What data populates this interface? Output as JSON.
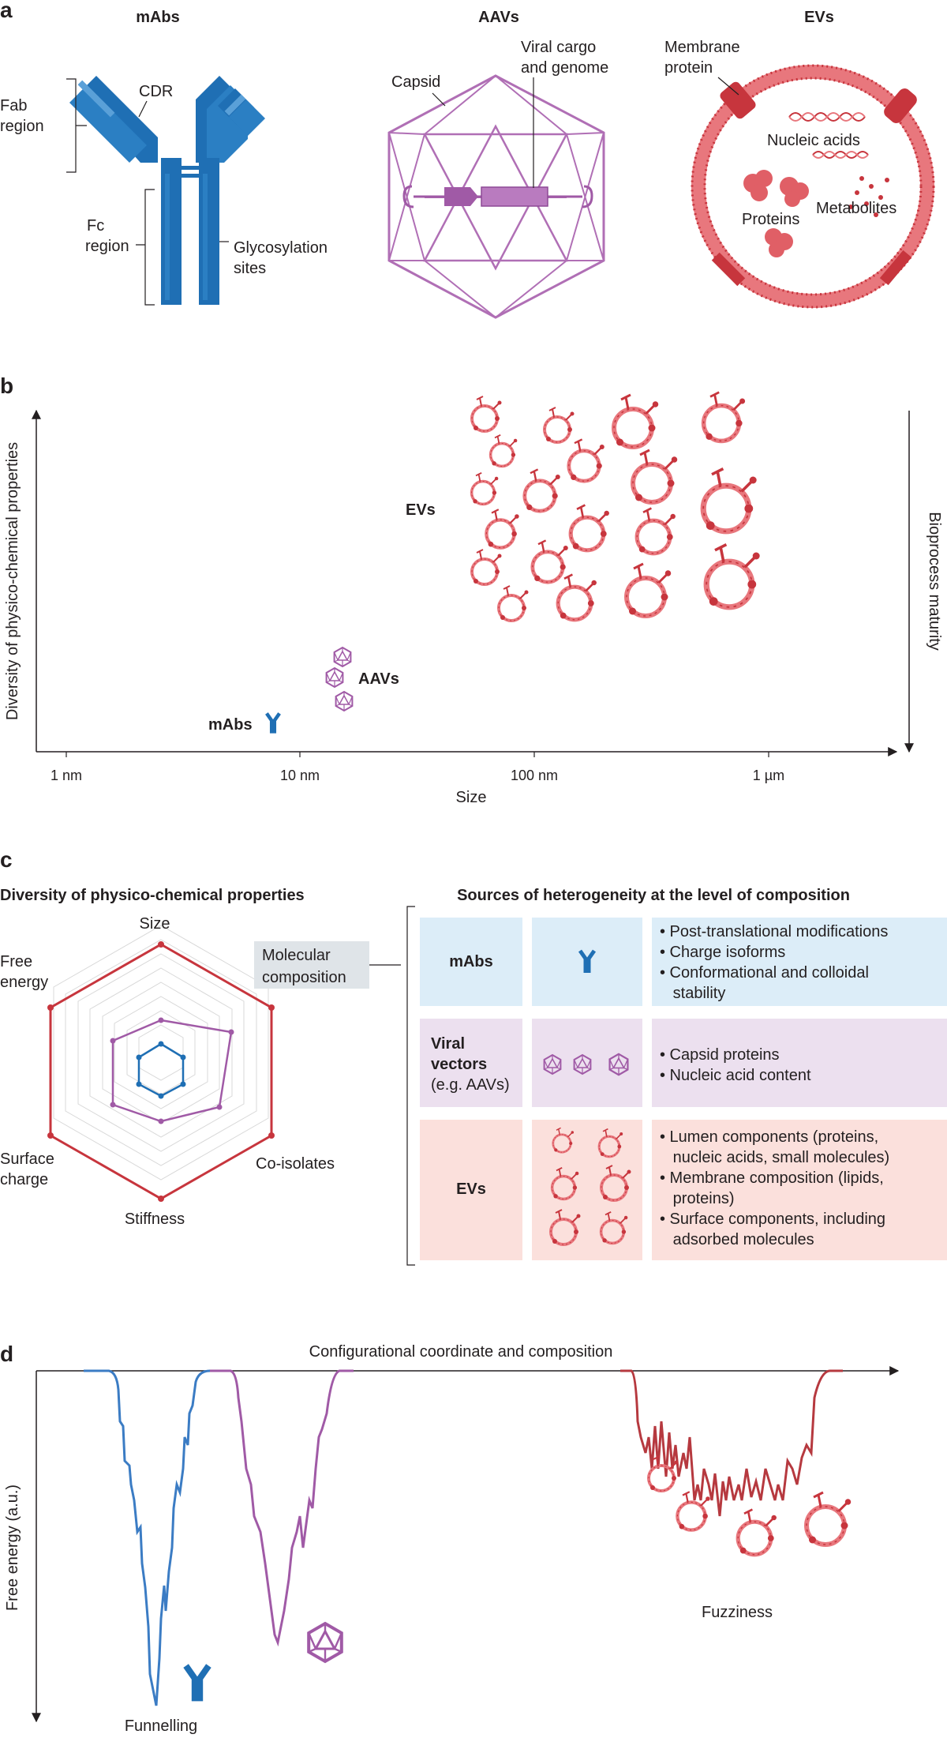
{
  "panel_a": {
    "letter": "a",
    "mabs": {
      "title": "mAbs",
      "fab_region_1": "Fab",
      "fab_region_2": "region",
      "cdr": "CDR",
      "fc_region_1": "Fc",
      "fc_region_2": "region",
      "glyco_1": "Glycosylation",
      "glyco_2": "sites"
    },
    "aavs": {
      "title": "AAVs",
      "capsid": "Capsid",
      "cargo_1": "Viral cargo",
      "cargo_2": "and genome"
    },
    "evs": {
      "title": "EVs",
      "membrane_1": "Membrane",
      "membrane_2": "protein",
      "nucleic_acids": "Nucleic acids",
      "proteins": "Proteins",
      "metabolites": "Metabolites"
    }
  },
  "panel_b": {
    "letter": "b",
    "y_label": "Diversity of physico-chemical properties",
    "x_label": "Size",
    "right_label": "Bioprocess maturity",
    "ticks": [
      "1 nm",
      "10 nm",
      "100 nm",
      "1 µm"
    ],
    "label_evs": "EVs",
    "label_aavs": "AAVs",
    "label_mabs": "mAbs"
  },
  "panel_c": {
    "letter": "c",
    "radar_title": "Diversity of physico-chemical properties",
    "axis_size": "Size",
    "axis_free_1": "Free",
    "axis_free_2": "energy",
    "axis_surface_1": "Surface",
    "axis_surface_2": "charge",
    "axis_stiffness": "Stiffness",
    "axis_coisolates": "Co-isolates",
    "molecular_1": "Molecular",
    "molecular_2": "composition",
    "table_title": "Sources of heterogeneity at the level of composition",
    "rows": [
      {
        "name": "mAbs",
        "color": "#dcedf8",
        "items": [
          "• Post-translational modifications",
          "• Charge isoforms",
          "• Conformational and colloidal",
          "   stability"
        ]
      },
      {
        "name_1": "Viral",
        "name_2": "vectors",
        "name_3": "(e.g. AAVs)",
        "color": "#ece0ef",
        "items": [
          "• Capsid proteins",
          "• Nucleic acid content"
        ]
      },
      {
        "name": "EVs",
        "color": "#fbe0dc",
        "items": [
          "• Lumen components (proteins,",
          "   nucleic acids, small molecules)",
          "• Membrane composition (lipids,",
          "   proteins)",
          "• Surface components, including",
          "   adsorbed molecules"
        ]
      }
    ]
  },
  "panel_d": {
    "letter": "d",
    "x_label": "Configurational coordinate and composition",
    "y_label": "Free energy (a.u.)",
    "funnelling": "Funnelling",
    "fuzziness": "Fuzziness"
  },
  "colors": {
    "mab_blue": "#1f6fb4",
    "aav_purple": "#a05aa6",
    "ev_red": "#c7353d",
    "ev_light": "#e8777d"
  }
}
